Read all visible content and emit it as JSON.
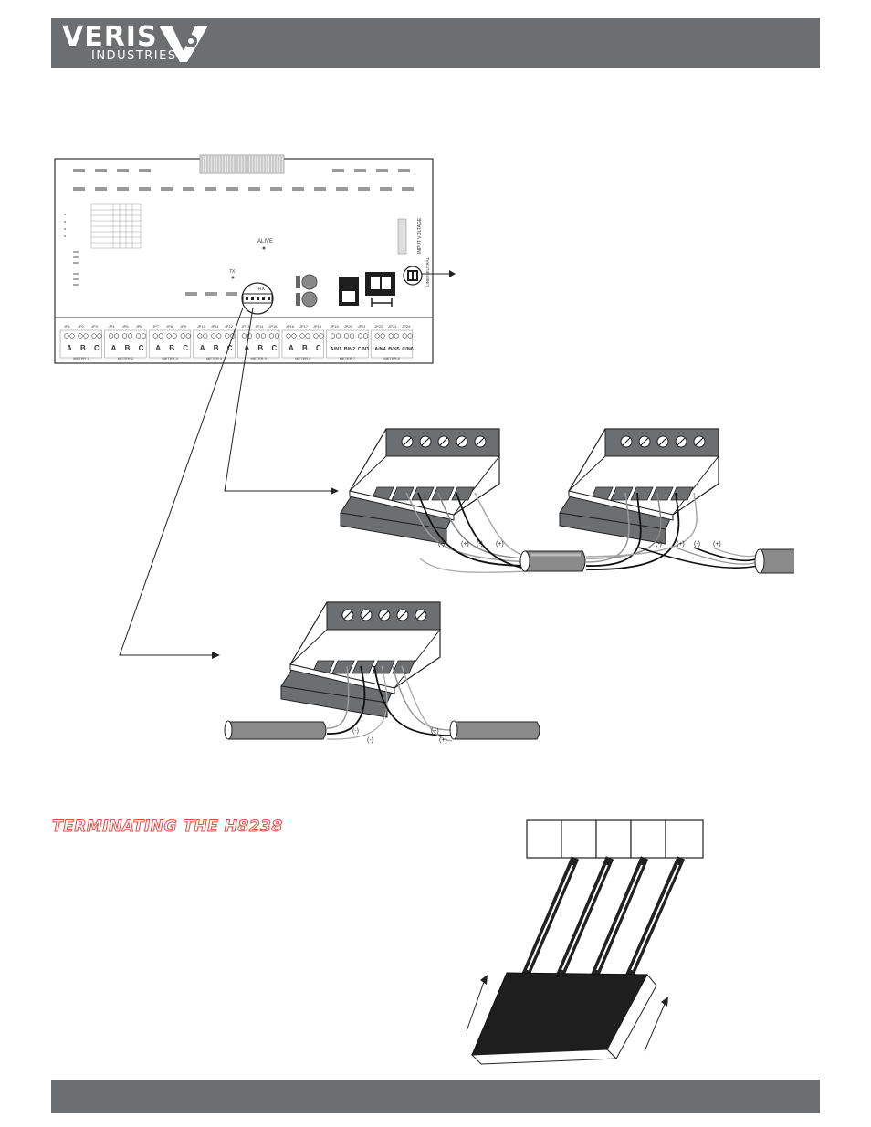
{
  "header": {
    "brand_name": "VERIS",
    "brand_sub": "INDUSTRIES",
    "bar_color": "#6d6e70"
  },
  "board": {
    "alive_label": "ALIVE",
    "tx_label": "TX",
    "rx_label": "RX",
    "input_label": "INPUT VOLTAGE",
    "neutral_label": "LINE NEUTRAL",
    "jumpers": [
      "JP1",
      "JP2",
      "JP3",
      "JP4",
      "JP5",
      "JP6",
      "JP7",
      "JP8",
      "JP9",
      "JP10",
      "JP11",
      "JP12",
      "JP13",
      "JP14",
      "JP15",
      "JP16",
      "JP17",
      "JP18",
      "JP19",
      "JP20",
      "JP21",
      "JP22",
      "JP23",
      "JP24"
    ],
    "terminal_groups": [
      {
        "letters": [
          "A",
          "B",
          "C"
        ],
        "meter": "METER 1"
      },
      {
        "letters": [
          "A",
          "B",
          "C"
        ],
        "meter": "METER 2"
      },
      {
        "letters": [
          "A",
          "B",
          "C"
        ],
        "meter": "METER 3"
      },
      {
        "letters": [
          "A",
          "B",
          "C"
        ],
        "meter": "METER 4"
      },
      {
        "letters": [
          "A",
          "B",
          "C"
        ],
        "meter": "METER 5"
      },
      {
        "letters": [
          "A",
          "B",
          "C"
        ],
        "meter": "METER 6"
      },
      {
        "letters": [
          "A/N1",
          "B/N2",
          "C/N3"
        ],
        "meter": "METER 7"
      },
      {
        "letters": [
          "A/N4",
          "B/N5",
          "C/N6"
        ],
        "meter": "METER 8"
      }
    ]
  },
  "wiring": {
    "polarity_set_1": [
      "(-)",
      "(+)",
      "(-)",
      "(+)"
    ],
    "polarity_set_2": [
      "(-)",
      "(+)",
      "(-)",
      "(+)"
    ],
    "polarity_set_3": [
      "(-)",
      "(-)",
      "(+)",
      "(+)"
    ]
  },
  "section": {
    "heading": "TERMINATING THE H8238",
    "accent_color": "#e8483f"
  }
}
